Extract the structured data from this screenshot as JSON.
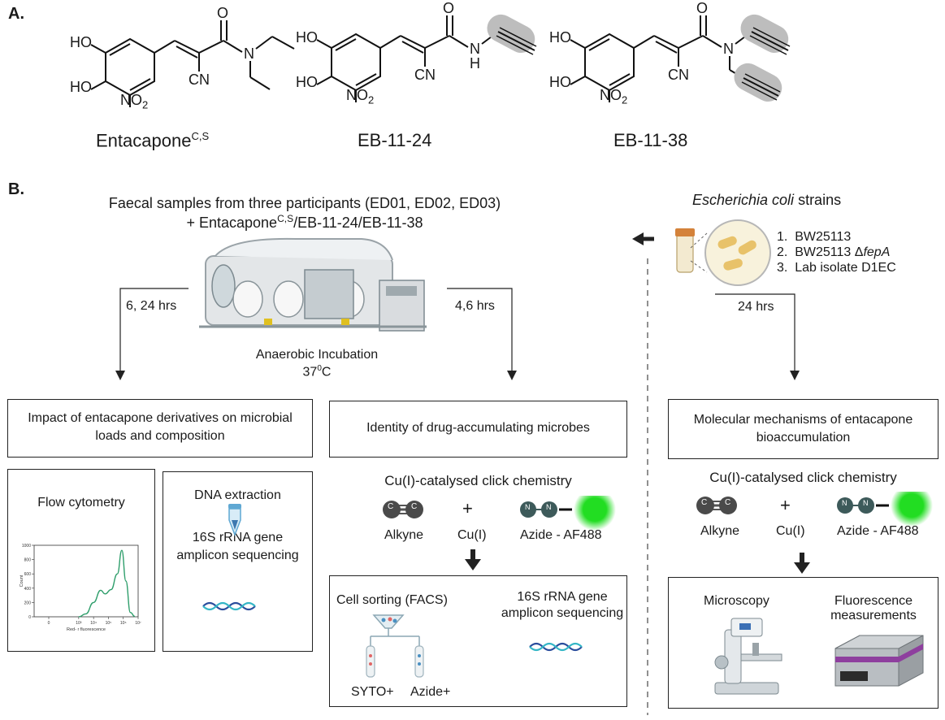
{
  "panel_a": {
    "label": "A.",
    "molecules": [
      {
        "name": "Entacapone",
        "superscript": "C,S"
      },
      {
        "name": "EB-11-24",
        "superscript": ""
      },
      {
        "name": "EB-11-38",
        "superscript": ""
      }
    ],
    "atoms": {
      "ho": "HO",
      "o": "O",
      "n": "N",
      "cn": "CN",
      "no2": "NO",
      "no2_sub": "2",
      "h": "H"
    }
  },
  "panel_b": {
    "label": "B.",
    "samples_title": "Faecal samples from three participants (ED01, ED02, ED03)",
    "treatment_prefix": "+ Entacapone",
    "treatment_sup": "C,S",
    "treatment_suffix": "/EB-11-24/EB-11-38",
    "incubation_label": "Anaerobic Incubation",
    "incubation_temp": "37",
    "incubation_temp_sup": "0",
    "incubation_temp_unit": "C",
    "left_time": "6, 24 hrs",
    "mid_time": "4,6 hrs",
    "right_time": "24 hrs",
    "ecoli_title_italic": "Escherichia coli",
    "ecoli_title_rest": " strains",
    "strains": [
      {
        "num": "1.",
        "text": "BW25113",
        "italic": ""
      },
      {
        "num": "2.",
        "text": "BW25113 Δ",
        "italic": "fepA"
      },
      {
        "num": "3.",
        "text": "Lab isolate D1EC",
        "italic": ""
      }
    ],
    "box_left": "Impact of entacapone derivatives on microbial loads and composition",
    "box_mid": "Identity of drug-accumulating microbes",
    "box_right": "Molecular mechanisms of entacapone bioaccumulation",
    "flow_title": "Flow cytometry",
    "flow_ylabel": "Count",
    "flow_xlabel": "Red- r fluorescence",
    "dna_title": "DNA extraction",
    "seq_line1": "16S rRNA gene",
    "seq_line2": "amplicon sequencing",
    "click_title": "Cu(I)-catalysed click chemistry",
    "alkyne": "Alkyne",
    "plus": "+",
    "cu": "Cu(I)",
    "azide": "Azide - AF488",
    "atom_c": "C",
    "atom_n": "N",
    "facs": "Cell sorting (FACS)",
    "syto": "SYTO+",
    "azide_plus": "Azide+",
    "microscopy": "Microscopy",
    "fluor_line1": "Fluorescence",
    "fluor_line2": "measurements"
  },
  "chart_data": {
    "type": "line",
    "title": "",
    "xlabel": "Red- r fluorescence",
    "ylabel": "Count",
    "x_scale": "log",
    "xlim": [
      1,
      10000000
    ],
    "ylim": [
      0,
      1000
    ],
    "x_ticks": [
      "0",
      "10³",
      "10⁴",
      "10⁵",
      "10⁶",
      "10⁷"
    ],
    "y_ticks": [
      0,
      200,
      400,
      600,
      800,
      1000
    ],
    "series": [
      {
        "color": "#2e9e6b",
        "x": [
          1000,
          3000,
          10000,
          30000,
          60000,
          150000,
          400000,
          800000,
          1500000,
          3000000,
          6000000
        ],
        "y": [
          0,
          40,
          200,
          370,
          320,
          380,
          600,
          930,
          500,
          60,
          5
        ]
      }
    ]
  },
  "colors": {
    "border": "#222222",
    "curve": "#2e9e6b",
    "glow": "#22dd22",
    "bead": "#4a4a4a",
    "azide_bead": "#3d5a5a",
    "tube_cap": "#d4823a",
    "bacteria": "#e8c26a"
  }
}
